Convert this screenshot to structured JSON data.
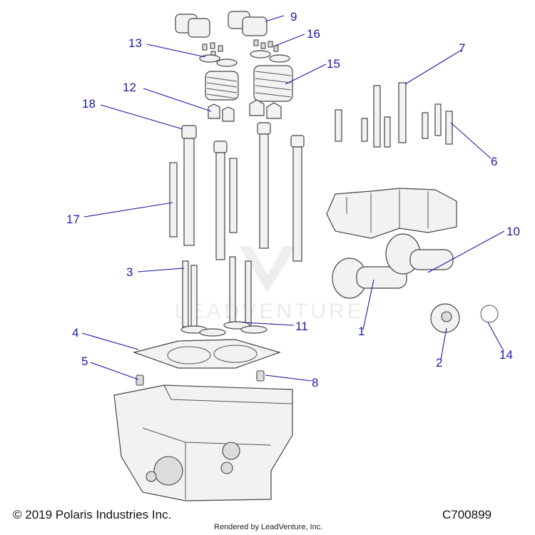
{
  "diagram": {
    "callouts": [
      "1",
      "2",
      "3",
      "4",
      "5",
      "6",
      "7",
      "8",
      "9",
      "10",
      "11",
      "12",
      "13",
      "14",
      "15",
      "16",
      "17",
      "18"
    ],
    "watermark": "LEADVENTURE"
  },
  "footer": {
    "copyright": "© 2019 Polaris Industries Inc.",
    "rendered_by": "Rendered by LeadVenture, Inc.",
    "diagram_code": "C700899"
  }
}
